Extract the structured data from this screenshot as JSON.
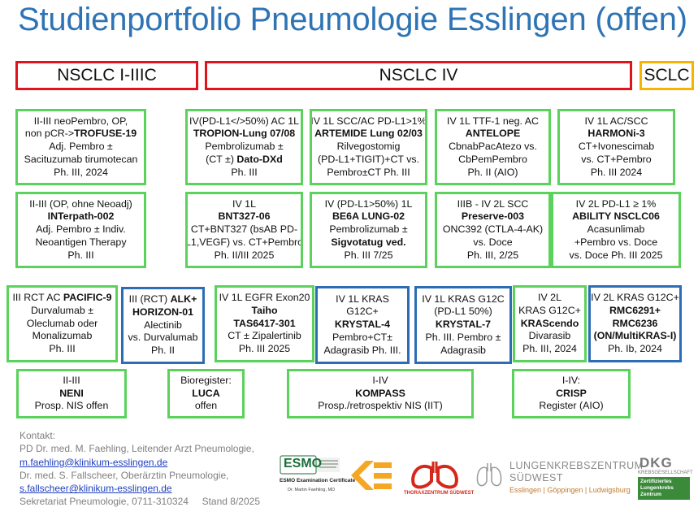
{
  "title": "Studienportfolio Pneumologie Esslingen (offen)",
  "headers": {
    "nsclc_early": "NSCLC I-IIIC",
    "nsclc_iv": "NSCLC IV",
    "sclc": "SCLC"
  },
  "colors": {
    "title": "#2e74b5",
    "red": "#e0141a",
    "green": "#5bd25b",
    "blue": "#2d6db5",
    "orange": "#f5b400"
  },
  "boxes": [
    {
      "lines": [
        {
          "t": "II-III neoPembro, OP,"
        },
        {
          "t": "non pCR->",
          "b": "TROFUSE-19"
        },
        {
          "t": "Adj. Pembro ±"
        },
        {
          "t": "Sacituzumab tirumotecan"
        },
        {
          "t": "Ph. III, 2024"
        }
      ]
    },
    {
      "lines": [
        {
          "t": "IV(PD-L1</>50%) AC 1L"
        },
        {
          "b": "TROPION-Lung 07/08"
        },
        {
          "t": "Pembrolizumab ±"
        },
        {
          "t": "(CT ±) ",
          "b": "Dato-DXd"
        },
        {
          "t": "Ph. III"
        }
      ]
    },
    {
      "lines": [
        {
          "t": "IV 1L SCC/AC PD-L1>1%"
        },
        {
          "b": "ARTEMIDE Lung 02/03"
        },
        {
          "t": "Rilvegostomig"
        },
        {
          "t": "(PD-L1+TIGIT)+CT vs."
        },
        {
          "t": "Pembro±CT Ph. III"
        }
      ]
    },
    {
      "lines": [
        {
          "t": "IV 1L TTF-1 neg. AC"
        },
        {
          "b": "ANTELOPE"
        },
        {
          "t": "CbnabPacAtezo vs."
        },
        {
          "t": "CbPemPembro"
        },
        {
          "t": "Ph. II (AIO)"
        }
      ]
    },
    {
      "lines": [
        {
          "t": "IV 1L AC/SCC"
        },
        {
          "b": "HARMONi-3"
        },
        {
          "t": "CT+Ivonescimab"
        },
        {
          "t": "vs. CT+Pembro"
        },
        {
          "t": "Ph. III 2024"
        }
      ]
    },
    {
      "lines": [
        {
          "t": "II-III (OP, ohne Neoadj)"
        },
        {
          "b": "INTerpath-002"
        },
        {
          "t": "Adj. Pembro ± Indiv."
        },
        {
          "t": "Neoantigen Therapy"
        },
        {
          "t": "Ph. III"
        }
      ]
    },
    {
      "lines": [
        {
          "t": "IV 1L"
        },
        {
          "b": "BNT327-06"
        },
        {
          "t": "CT+BNT327 (bsAB PD-"
        },
        {
          "t": "L1,VEGF) vs. CT+Pembro"
        },
        {
          "t": "Ph. II/III 2025"
        }
      ]
    },
    {
      "lines": [
        {
          "t": "IV (PD-L1>50%) 1L"
        },
        {
          "b": "BE6A LUNG-02"
        },
        {
          "t": "Pembrolizumab ±"
        },
        {
          "b": "Sigvotatug ved."
        },
        {
          "t": "Ph. III 7/25"
        }
      ]
    },
    {
      "lines": [
        {
          "t": "IIIB - IV 2L SCC"
        },
        {
          "b": "Preserve-003"
        },
        {
          "t": "ONC392 (CTLA-4-AK)"
        },
        {
          "t": "vs. Doce"
        },
        {
          "t": "Ph. III, 2/25"
        }
      ]
    },
    {
      "lines": [
        {
          "t": "IV 2L  PD-L1 ≥ 1%"
        },
        {
          "b": "ABILITY NSCLC06"
        },
        {
          "t": "Acasunlimab"
        },
        {
          "t": "+Pembro vs. Doce"
        },
        {
          "t": "vs. Doce Ph. III  2025"
        }
      ]
    },
    {
      "lines": [
        {
          "t": "III RCT AC ",
          "b": "PACIFIC-9"
        },
        {
          "t": "Durvalumab ±"
        },
        {
          "t": "Oleclumab oder"
        },
        {
          "t": "Monalizumab"
        },
        {
          "t": "Ph. III"
        }
      ]
    },
    {
      "lines": [
        {
          "t": "III (RCT) ",
          "b": "ALK+"
        },
        {
          "b": "HORIZON-01"
        },
        {
          "t": "Alectinib"
        },
        {
          "t": "vs. Durvalumab"
        },
        {
          "t": "Ph. II"
        }
      ]
    },
    {
      "lines": [
        {
          "t": "IV 1L EGFR Exon20"
        },
        {
          "b": "Taiho"
        },
        {
          "b": "TAS6417-301"
        },
        {
          "t": "CT ±  Zipalertinib"
        },
        {
          "t": "Ph. III 2025"
        }
      ]
    },
    {
      "lines": [
        {
          "t": "IV 1L KRAS"
        },
        {
          "t": "G12C+"
        },
        {
          "b": "KRYSTAL-4"
        },
        {
          "t": "Pembro+CT±"
        },
        {
          "t": "Adagrasib Ph. III."
        }
      ]
    },
    {
      "lines": [
        {
          "t": "IV 1L KRAS G12C"
        },
        {
          "t": "(PD-L1 50%)"
        },
        {
          "b": "KRYSTAL-7"
        },
        {
          "t": "Ph. III. Pembro ±"
        },
        {
          "t": "Adagrasib"
        }
      ]
    },
    {
      "lines": [
        {
          "t": "IV 2L"
        },
        {
          "t": "KRAS G12C+"
        },
        {
          "b": "KRAScendo"
        },
        {
          "t": "Divarasib"
        },
        {
          "t": "Ph. III, 2024"
        }
      ]
    },
    {
      "lines": [
        {
          "t": "IV 2L KRAS G12C+"
        },
        {
          "b": "RMC6291+"
        },
        {
          "b": "RMC6236"
        },
        {
          "b": "(ON/MultiKRAS-I)"
        },
        {
          "t": "Ph. Ib, 2024"
        }
      ]
    },
    {
      "lines": [
        {
          "t": "II-III"
        },
        {
          "b": "NENI"
        },
        {
          "t": "Prosp. NIS offen"
        }
      ]
    },
    {
      "lines": [
        {
          "t": "Bioregister:"
        },
        {
          "b": "LUCA"
        },
        {
          "t": "offen"
        }
      ]
    },
    {
      "lines": [
        {
          "t": "I-IV"
        },
        {
          "b": "KOMPASS"
        },
        {
          "t": "Prosp./retrospektiv NIS (IIT)"
        }
      ]
    },
    {
      "lines": [
        {
          "t": "I-IV:"
        },
        {
          "b": "CRISP"
        },
        {
          "t": "Register (AIO)"
        }
      ]
    }
  ],
  "contact": {
    "label": "Kontakt:",
    "line1": "PD Dr. med. M. Faehling, Leitender Arzt Pneumologie,",
    "email1": "m.faehling@klinikum-esslingen.de",
    "line2": "Dr. med. S. Fallscheer, Oberärztin Pneumologie,",
    "email2": "s.fallscheer@klinikum-esslingen.de",
    "line3": "Sekretariat Pneumologie, 0711-310324",
    "stand": "Stand 8/2025"
  },
  "logos": {
    "esmo": {
      "name": "ESMO",
      "sub": "ESMO Examination Certificate",
      "person": "Dr. Martin Faehling, MD"
    },
    "thorax": "THORAXZENTRUM SÜDWEST",
    "lkz": {
      "l1": "LUNGENKREBSZENTRUM",
      "l2": "SÜDWEST",
      "l3": "Esslingen | Göppingen | Ludwigsburg"
    },
    "dkg": {
      "name": "DKG",
      "sub": "KREBSGESELLSCHAFT",
      "badge1": "Zertifiziertes",
      "badge2": "Lungenkrebs",
      "badge3": "Zentrum"
    }
  }
}
